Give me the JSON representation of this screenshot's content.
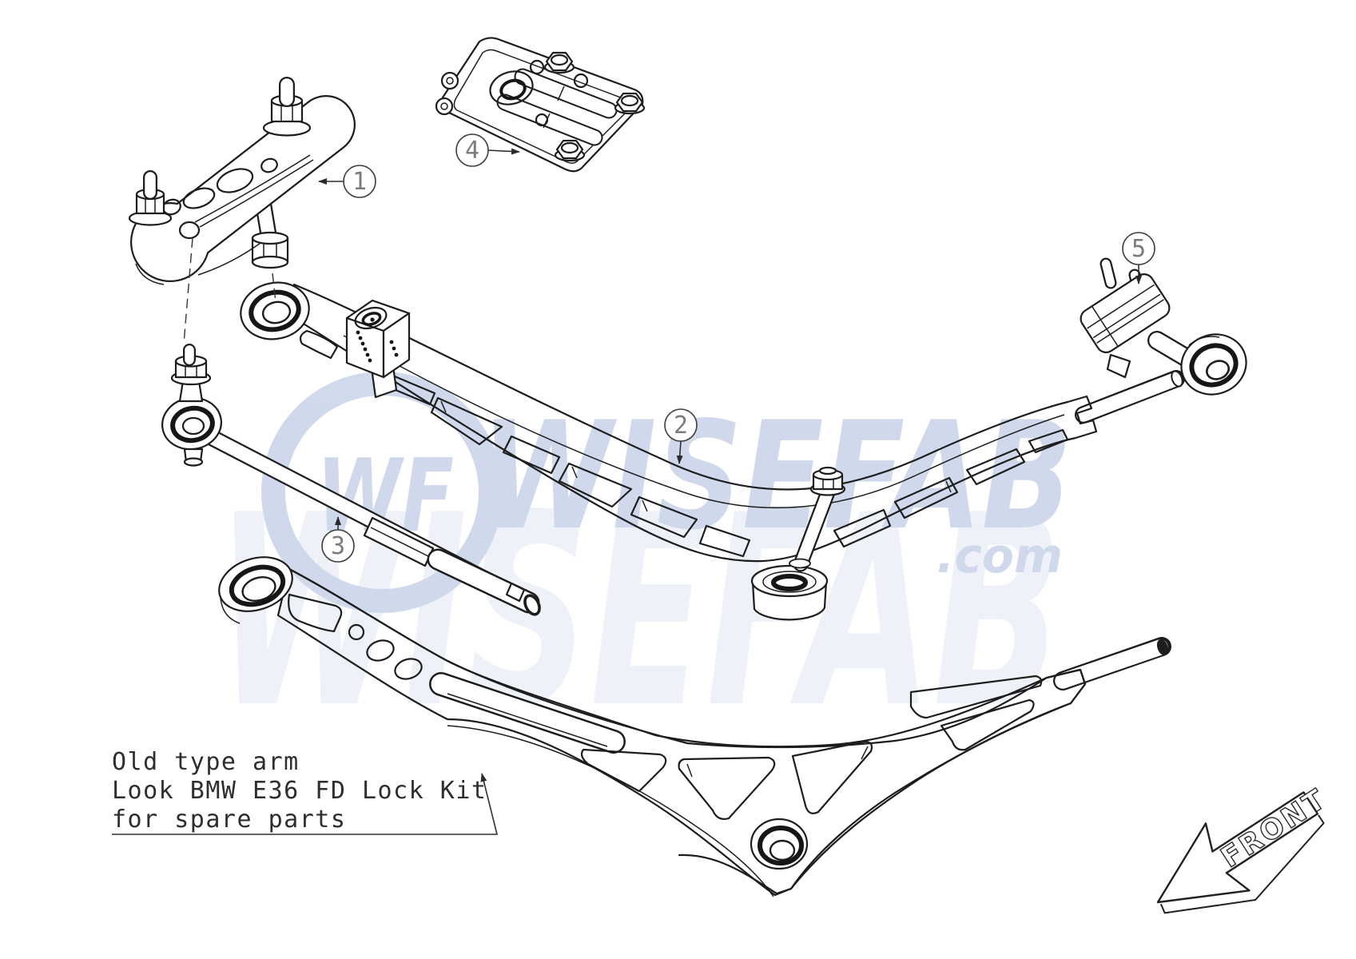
{
  "drawing": {
    "type": "exploded-parts-diagram",
    "line_color": "#1d1d1d",
    "background": "#ffffff"
  },
  "watermark": {
    "monogram": "WF",
    "brand": "WISEFAB",
    "tld": ".com",
    "color": "#ccd5ea"
  },
  "callouts": [
    "1",
    "2",
    "3",
    "4",
    "5"
  ],
  "note": {
    "lines": [
      "Old type arm",
      "Look BMW E36 FD Lock Kit",
      "for spare parts"
    ]
  },
  "front_arrow": {
    "label": "FRONT"
  }
}
